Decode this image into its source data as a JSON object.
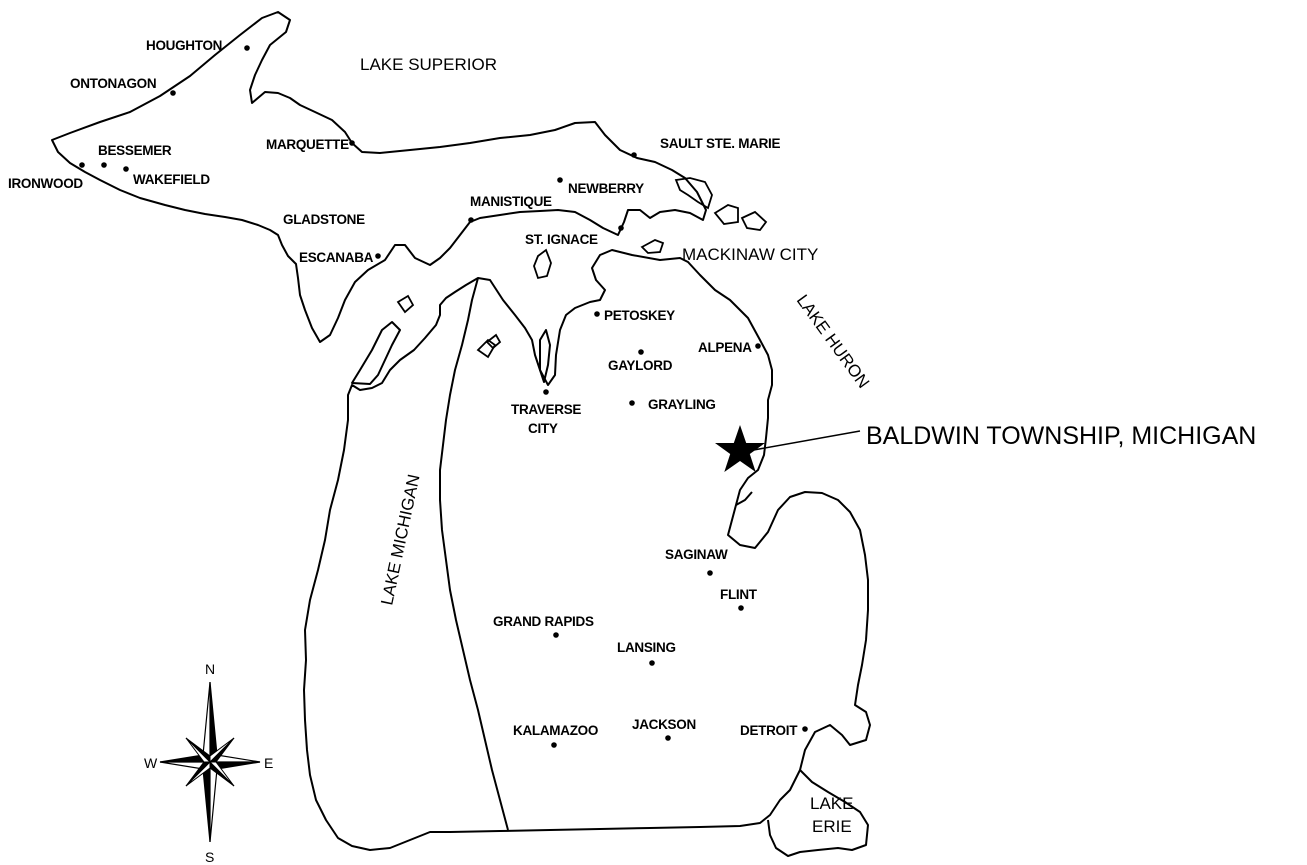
{
  "cities": [
    {
      "name": "HOUGHTON",
      "id": "houghton"
    },
    {
      "name": "ONTONAGON",
      "id": "ontonagon"
    },
    {
      "name": "BESSEMER",
      "id": "bessemer"
    },
    {
      "name": "WAKEFIELD",
      "id": "wakefield"
    },
    {
      "name": "IRONWOOD",
      "id": "ironwood"
    },
    {
      "name": "MARQUETTE",
      "id": "marquette"
    },
    {
      "name": "GLADSTONE",
      "id": "gladstone"
    },
    {
      "name": "ESCANABA",
      "id": "escanaba"
    },
    {
      "name": "MANISTIQUE",
      "id": "manistique"
    },
    {
      "name": "NEWBERRY",
      "id": "newberry"
    },
    {
      "name": "SAULT STE. MARIE",
      "id": "sault-ste-marie"
    },
    {
      "name": "ST. IGNACE",
      "id": "st-ignace"
    },
    {
      "name": "MACKINAW CITY",
      "id": "mackinaw-city"
    },
    {
      "name": "PETOSKEY",
      "id": "petoskey"
    },
    {
      "name": "GAYLORD",
      "id": "gaylord"
    },
    {
      "name": "ALPENA",
      "id": "alpena"
    },
    {
      "name": "TRAVERSE",
      "id": "traverse-1"
    },
    {
      "name": "CITY",
      "id": "traverse-2"
    },
    {
      "name": "GRAYLING",
      "id": "grayling"
    },
    {
      "name": "SAGINAW",
      "id": "saginaw"
    },
    {
      "name": "FLINT",
      "id": "flint"
    },
    {
      "name": "GRAND RAPIDS",
      "id": "grand-rapids"
    },
    {
      "name": "LANSING",
      "id": "lansing"
    },
    {
      "name": "KALAMAZOO",
      "id": "kalamazoo"
    },
    {
      "name": "JACKSON",
      "id": "jackson"
    },
    {
      "name": "DETROIT",
      "id": "detroit"
    }
  ],
  "lakes": {
    "superior": "LAKE SUPERIOR",
    "michigan": "LAKE MICHIGAN",
    "huron": "LAKE HURON",
    "erie_1": "LAKE",
    "erie_2": "ERIE"
  },
  "callout": {
    "label": "BALDWIN TOWNSHIP, MICHIGAN",
    "marker": "star-icon"
  },
  "compass": {
    "n": "N",
    "s": "S",
    "e": "E",
    "w": "W"
  }
}
